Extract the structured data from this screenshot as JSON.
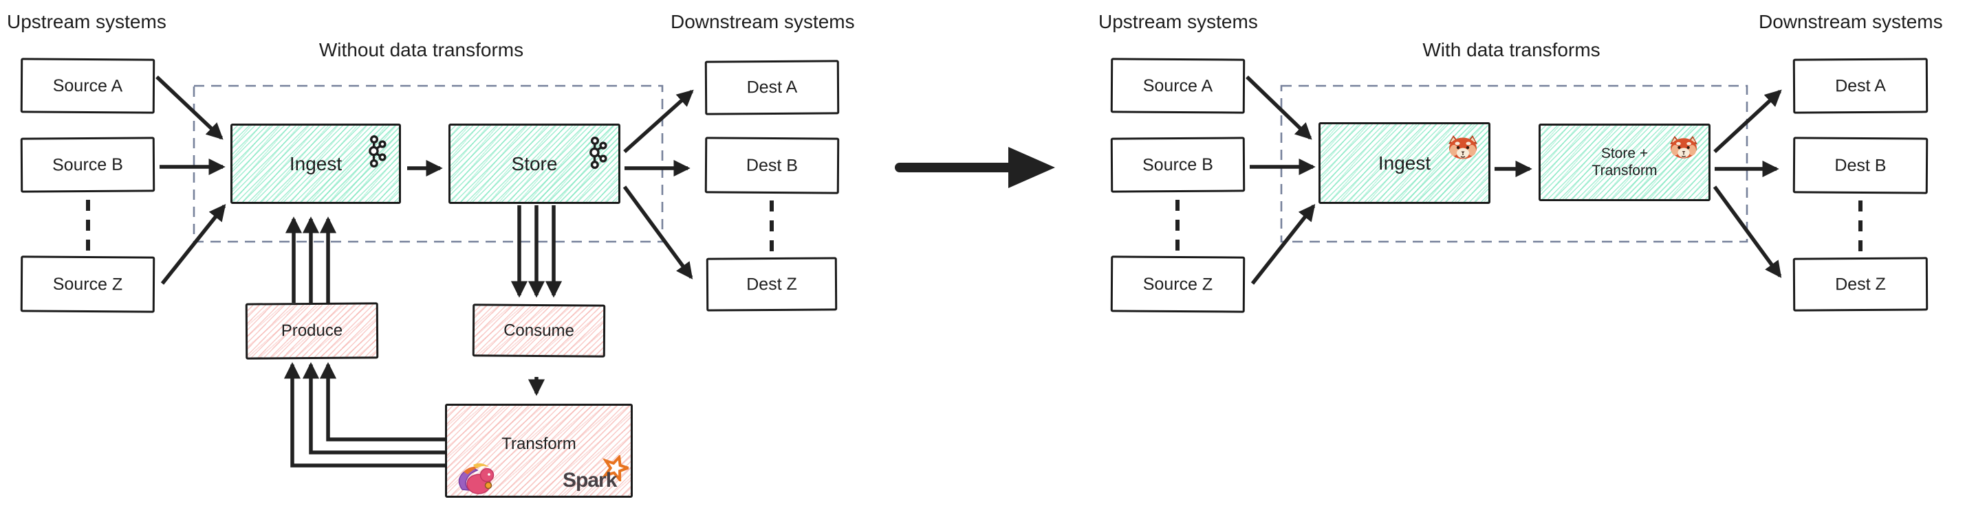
{
  "left": {
    "upstream_label": "Upstream systems",
    "downstream_label": "Downstream systems",
    "title": "Without data transforms",
    "sources": [
      "Source A",
      "Source B",
      "Source Z"
    ],
    "dests": [
      "Dest A",
      "Dest B",
      "Dest Z"
    ],
    "ingest_label": "Ingest",
    "store_label": "Store",
    "produce_label": "Produce",
    "consume_label": "Consume",
    "transform_label": "Transform",
    "spark_label": "Spark",
    "ingest_icon": "kafka-logo",
    "store_icon": "kafka-logo",
    "transform_icons": [
      "flink-squirrel-logo",
      "spark-logo"
    ]
  },
  "right": {
    "upstream_label": "Upstream systems",
    "downstream_label": "Downstream systems",
    "title": "With data transforms",
    "sources": [
      "Source A",
      "Source B",
      "Source Z"
    ],
    "dests": [
      "Dest A",
      "Dest B",
      "Dest Z"
    ],
    "ingest_label": "Ingest",
    "store_transform_line1": "Store +",
    "store_transform_line2": "Transform",
    "ingest_icon": "redpanda-logo",
    "store_icon": "redpanda-logo"
  },
  "colors": {
    "ink": "#1b1b1b",
    "arrow": "#212121",
    "teal_hatch": "#62e2b2",
    "pink_hatch": "#f4a09b",
    "dashed_frame": "#76819b",
    "spark_orange": "#e8731f",
    "spark_text": "#474044",
    "background": "#ffffff"
  }
}
